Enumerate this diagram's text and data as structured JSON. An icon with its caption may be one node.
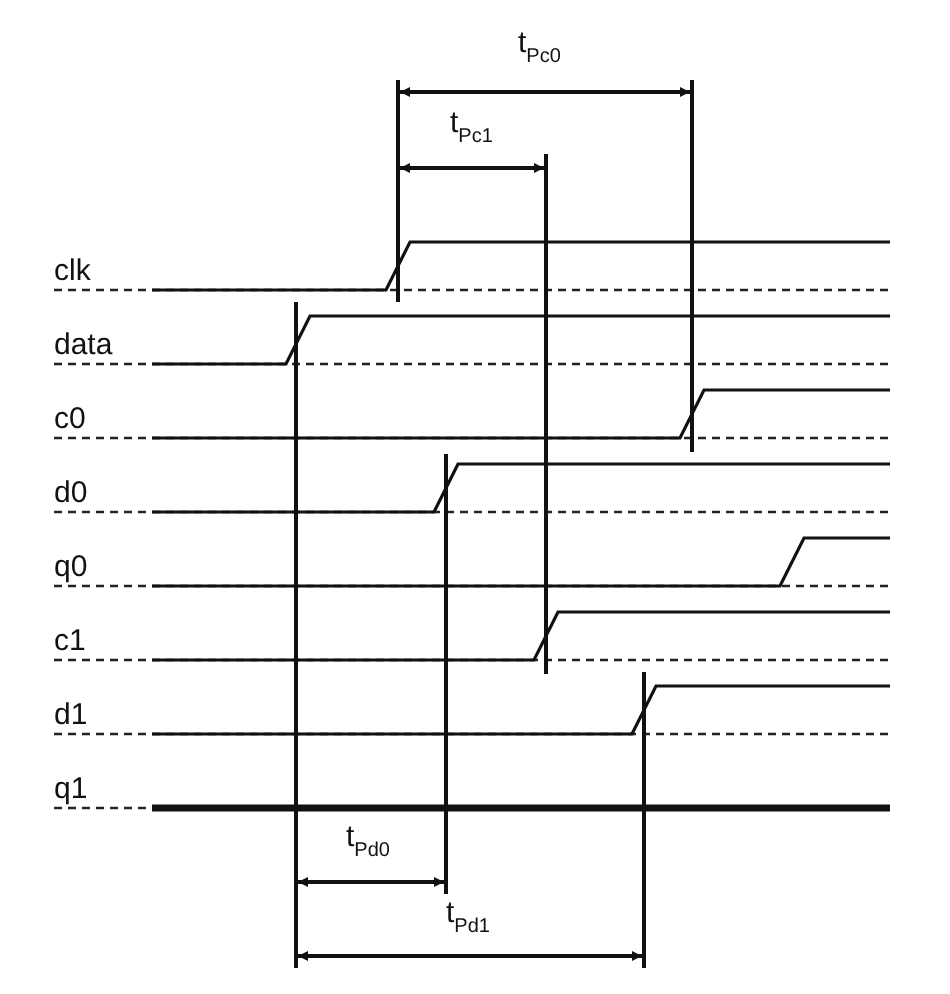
{
  "diagram": {
    "labels": [
      "clk",
      "data",
      "c0",
      "d0",
      "q0",
      "c1",
      "d1",
      "q1",
      "t$_{Pc0}$",
      "t$_{Pc1}$",
      "t$_{Pd0}$",
      "t$_{Pd1}$"
    ]
  }
}
